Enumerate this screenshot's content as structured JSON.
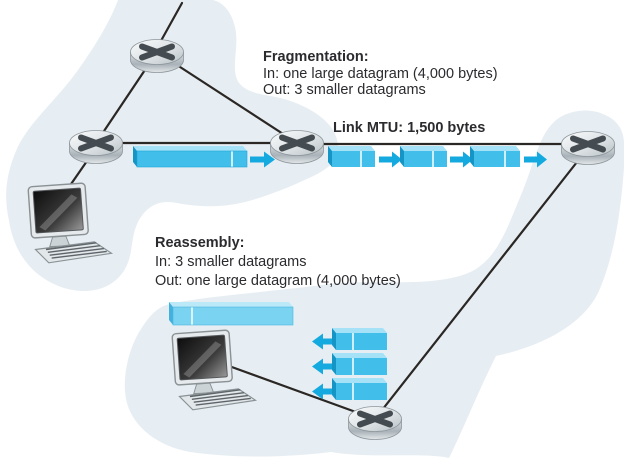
{
  "notes": {
    "fragmentation": {
      "title": "Fragmentation:",
      "in": "In: one large datagram (4,000 bytes)",
      "out": "Out: 3 smaller datagrams"
    },
    "reassembly": {
      "title": "Reassembly:",
      "in": "In: 3 smaller datagrams",
      "out": "Out: one large datagram (4,000 bytes)"
    }
  },
  "link": {
    "mtu_label": "Link MTU: 1,500 bytes"
  },
  "elements": {
    "router_count": 5,
    "host_count": 2,
    "large_datagram_count": 2,
    "forward_fragment_count": 3,
    "arriving_fragment_count": 3
  },
  "icons": [
    "router-icon",
    "computer-icon",
    "arrow-right-icon",
    "arrow-left-icon",
    "datagram-icon",
    "network-cloud"
  ],
  "colors": {
    "cloud": "#e7eef3",
    "line": "#2a2724",
    "datagram_front": "#41bfea",
    "datagram_top": "#a5e2f7",
    "datagram_side": "#1594c6",
    "reassembled_front": "#79d3f1",
    "reassembled_top": "#bce9f8",
    "reassembled_side": "#43b1dd",
    "arrow": "#14aae0",
    "text": "#2b2a2e",
    "router_gray": "#c7ced2"
  }
}
